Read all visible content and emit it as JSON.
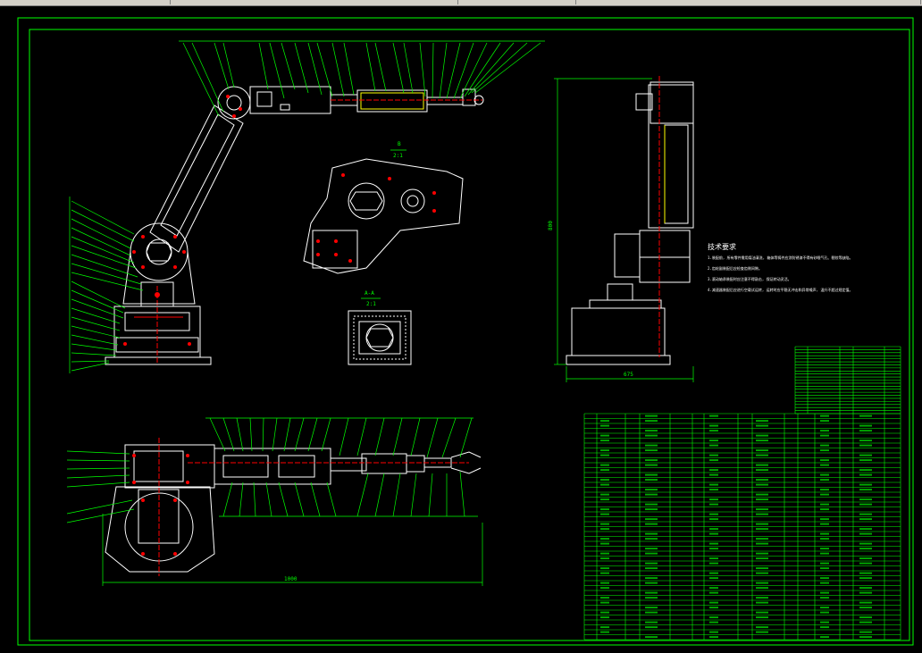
{
  "colors": {
    "background": "#000000",
    "frame": "#00ff00",
    "geometry": "#ffffff",
    "annotations": "#00ff00",
    "dimensions": "#00ff00",
    "holes": "#ff0000",
    "centerlines": "#ff0000",
    "yellow_lines": "#ffff00"
  },
  "views": {
    "section_b": {
      "letter": "B",
      "scale": "2:1"
    },
    "section_a": {
      "letter": "A-A",
      "scale": "2:1"
    },
    "side_height": "800",
    "side_width": "675",
    "plan_length": "1000"
  },
  "notes": {
    "title": "技术要求",
    "lines": [
      "1.装配前, 所有零件需用煤油清洗, 箱体等铸件应涂防锈漆不得有砂眼气孔、裂纹等缺陷。",
      "2.齿轮副装配后应检查齿侧间隙。",
      "3.滚动轴承装配时应注意不得敲击, 保证转动灵活。",
      "4.减速器装配后应进行空载试运转, 运转时应平稳无冲击和异常噪声, 温升不超过规定值。"
    ]
  },
  "title_block": {
    "rows": 46,
    "upper_rows": 22,
    "column_headers": [
      "序号",
      "代号",
      "名称",
      "数量",
      "材料",
      "备注"
    ]
  }
}
